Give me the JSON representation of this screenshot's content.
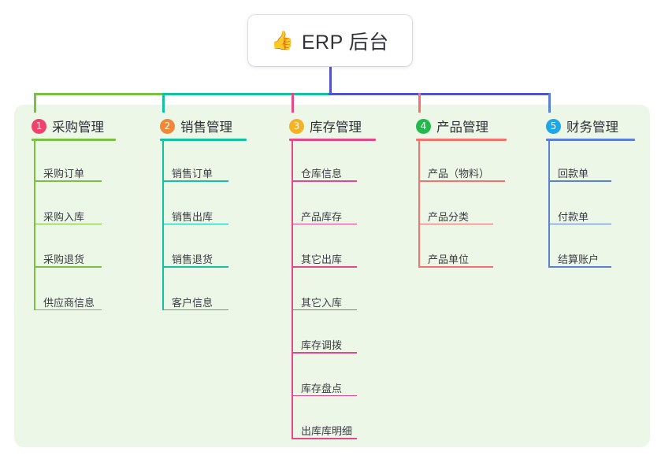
{
  "root": {
    "icon": "thumbs-up-icon",
    "emoji": "👍",
    "title": "ERP 后台"
  },
  "theme": {
    "panel_bg": "#edf7e8",
    "page_bg": "#ffffff",
    "text": "#2f3237",
    "trunk": "#4f54c8"
  },
  "columns": [
    {
      "number": "1",
      "title": "采购管理",
      "badge_color": "#f0426a",
      "line_color": "#7ac043",
      "items": [
        {
          "label": "采购订单"
        },
        {
          "label": "采购入库"
        },
        {
          "label": "采购退货"
        },
        {
          "label": "供应商信息"
        }
      ]
    },
    {
      "number": "2",
      "title": "销售管理",
      "badge_color": "#f08838",
      "line_color": "#12c2a0",
      "items": [
        {
          "label": "销售订单"
        },
        {
          "label": "销售出库"
        },
        {
          "label": "销售退货"
        },
        {
          "label": "客户信息"
        }
      ]
    },
    {
      "number": "3",
      "title": "库存管理",
      "badge_color": "#f5b225",
      "line_color": "#e8468a",
      "items": [
        {
          "label": "仓库信息"
        },
        {
          "label": "产品库存"
        },
        {
          "label": "其它出库"
        },
        {
          "label": "其它入库"
        },
        {
          "label": "库存调拨"
        },
        {
          "label": "库存盘点"
        },
        {
          "label": "出库库明细"
        }
      ]
    },
    {
      "number": "4",
      "title": "产品管理",
      "badge_color": "#24b94c",
      "line_color": "#f4716e",
      "items": [
        {
          "label": "产品（物料）"
        },
        {
          "label": "产品分类"
        },
        {
          "label": "产品单位"
        }
      ]
    },
    {
      "number": "5",
      "title": "财务管理",
      "badge_color": "#1ba7e8",
      "line_color": "#5a7fd6",
      "items": [
        {
          "label": "回款单"
        },
        {
          "label": "付款单"
        },
        {
          "label": "结算账户"
        }
      ]
    }
  ]
}
